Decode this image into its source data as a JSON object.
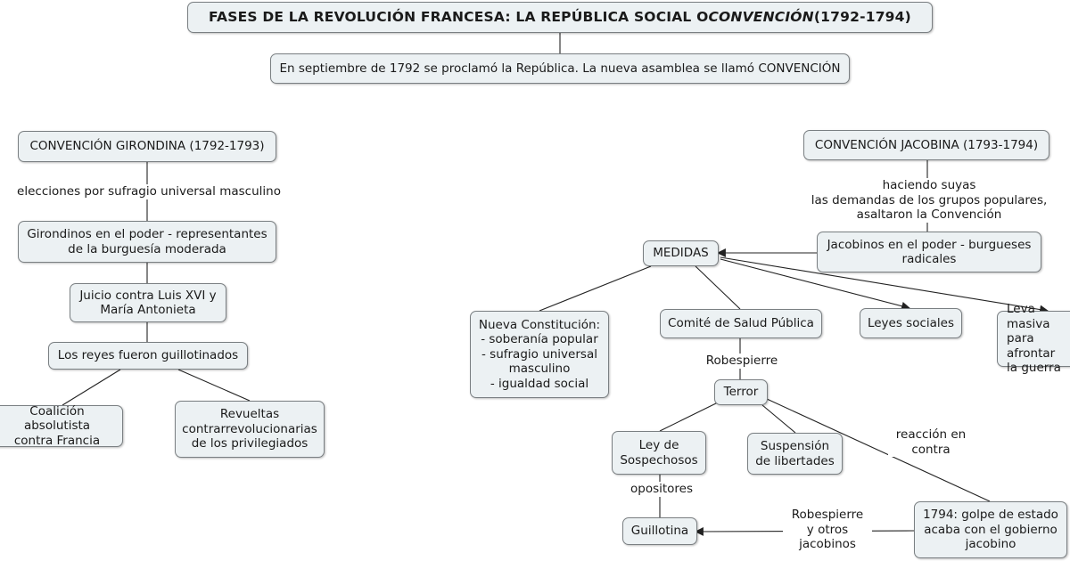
{
  "title": {
    "part1": "FASES DE LA REVOLUCIÓN FRANCESA: LA REPÚBLICA SOCIAL O ",
    "emph": "CONVENCIÓN",
    "part2": "  (1792-1794)"
  },
  "nodes": {
    "intro": "En septiembre de 1792 se proclamó la República. La nueva asamblea se llamó CONVENCIÓN",
    "girondina": "CONVENCIÓN GIRONDINA (1792-1793)",
    "girondinos_poder": "Girondinos en el poder - representantes\nde la burguesía moderada",
    "juicio": "Juicio contra Luis XVI y\nMaría Antonieta",
    "reyes": "Los reyes fueron guillotinados",
    "coalicion": "Coalición absolutista\ncontra Francia",
    "revueltas": "Revueltas\ncontrarrevolucionarias\nde los privilegiados",
    "jacobina": "CONVENCIÓN JACOBINA (1793-1794)",
    "jacobinos_poder": "Jacobinos en el poder - burgueses\nradicales",
    "medidas": "MEDIDAS",
    "constitucion": "Nueva Constitución:\n- soberanía popular\n- sufragio universal\nmasculino\n- igualdad social",
    "comite": "Comité de Salud Pública",
    "leyes": "Leyes sociales",
    "leva": "Leva masiva\npara afrontar\nla guerra",
    "terror": "Terror",
    "ley_sospechosos": "Ley de\nSospechosos",
    "suspension": "Suspensión\nde libertades",
    "guillotina": "Guillotina",
    "golpe": "1794: golpe de estado\nacaba con el gobierno\njacobino"
  },
  "labels": {
    "elecciones": "elecciones por sufragio universal masculino",
    "haciendo": "haciendo suyas\nlas demandas de los grupos populares,\nasaltaron la Convención",
    "robespierre": "Robespierre",
    "reaccion": "reacción en\ncontra",
    "opositores": "opositores",
    "robespierre_otros": "Robespierre\ny otros\njacobinos"
  },
  "colors": {
    "node_fill": "#ecf1f3",
    "node_border": "#7a7f82",
    "line": "#222222"
  }
}
